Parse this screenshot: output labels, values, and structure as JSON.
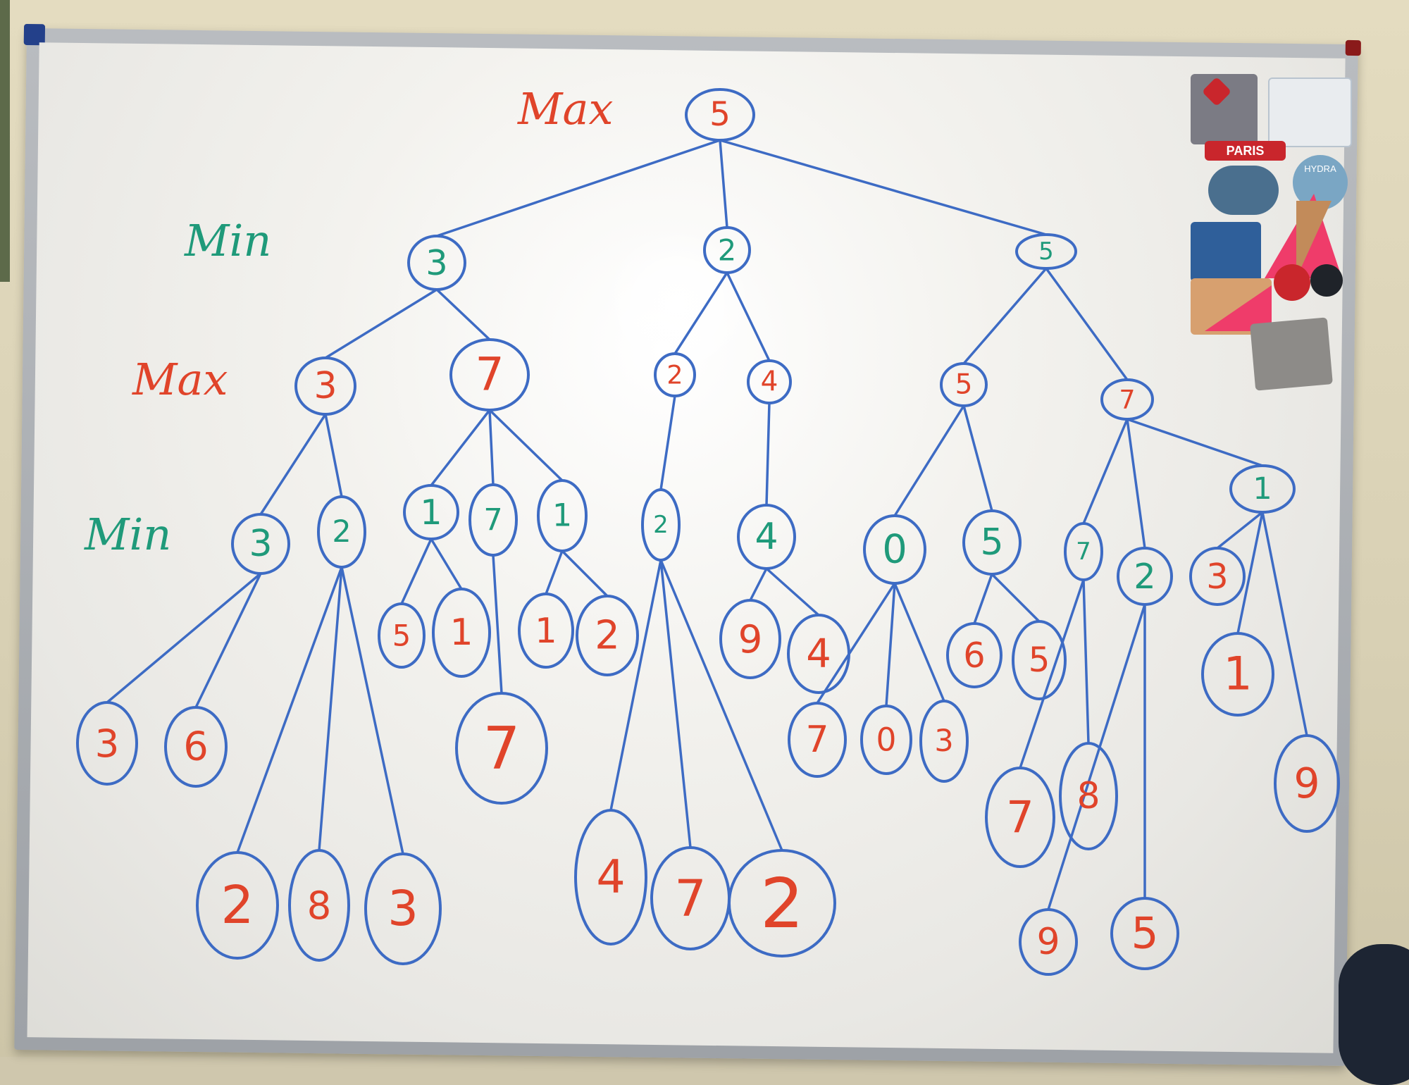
{
  "colors": {
    "edge": "#3d6bc4",
    "node_ring": "#3d6bc4",
    "max_text": "#e0442a",
    "min_text": "#1f9a7a"
  },
  "labels": [
    {
      "id": "max",
      "text": "Max",
      "color": "#e0442a"
    },
    {
      "id": "min",
      "text": "Min",
      "color": "#1f9a7a"
    },
    {
      "id": "max2",
      "text": "Max",
      "color": "#e0442a"
    },
    {
      "id": "min2",
      "text": "Min",
      "color": "#1f9a7a"
    }
  ],
  "tree": {
    "v": "5",
    "t": "max",
    "c": [
      {
        "v": "3",
        "t": "min",
        "c": [
          {
            "v": "3",
            "t": "max",
            "c": [
              {
                "v": "3",
                "t": "min",
                "c": [
                  {
                    "v": "3",
                    "t": "leaf"
                  },
                  {
                    "v": "6",
                    "t": "leaf"
                  }
                ]
              },
              {
                "v": "2",
                "t": "min",
                "c": [
                  {
                    "v": "2",
                    "t": "leaf"
                  },
                  {
                    "v": "8",
                    "t": "leaf"
                  },
                  {
                    "v": "3",
                    "t": "leaf"
                  }
                ]
              }
            ]
          },
          {
            "v": "7",
            "t": "max",
            "c": [
              {
                "v": "1",
                "t": "min",
                "c": [
                  {
                    "v": "5",
                    "t": "leaf"
                  },
                  {
                    "v": "1",
                    "t": "leaf"
                  }
                ]
              },
              {
                "v": "7",
                "t": "min",
                "c": [
                  {
                    "v": "7",
                    "t": "leaf"
                  }
                ]
              },
              {
                "v": "1",
                "t": "min",
                "c": [
                  {
                    "v": "1",
                    "t": "leaf"
                  },
                  {
                    "v": "2",
                    "t": "leaf"
                  }
                ]
              }
            ]
          }
        ]
      },
      {
        "v": "2",
        "t": "min",
        "c": [
          {
            "v": "2",
            "t": "max",
            "c": [
              {
                "v": "2",
                "t": "min",
                "c": [
                  {
                    "v": "4",
                    "t": "leaf"
                  },
                  {
                    "v": "7",
                    "t": "leaf"
                  },
                  {
                    "v": "2",
                    "t": "leaf"
                  }
                ]
              }
            ]
          },
          {
            "v": "4",
            "t": "max",
            "c": [
              {
                "v": "4",
                "t": "min",
                "c": [
                  {
                    "v": "9",
                    "t": "leaf"
                  },
                  {
                    "v": "4",
                    "t": "leaf"
                  }
                ]
              }
            ]
          }
        ]
      },
      {
        "v": "5",
        "t": "min",
        "c": [
          {
            "v": "5",
            "t": "max",
            "c": [
              {
                "v": "0",
                "t": "min",
                "c": [
                  {
                    "v": "7",
                    "t": "leaf"
                  },
                  {
                    "v": "0",
                    "t": "leaf"
                  },
                  {
                    "v": "3",
                    "t": "leaf"
                  }
                ]
              },
              {
                "v": "5",
                "t": "min",
                "c": [
                  {
                    "v": "6",
                    "t": "leaf"
                  },
                  {
                    "v": "5",
                    "t": "leaf"
                  }
                ]
              }
            ]
          },
          {
            "v": "7",
            "t": "max",
            "c": [
              {
                "v": "7",
                "t": "min",
                "c": [
                  {
                    "v": "7",
                    "t": "leaf"
                  },
                  {
                    "v": "8",
                    "t": "leaf"
                  }
                ]
              },
              {
                "v": "2",
                "t": "min",
                "c": [
                  {
                    "v": "9",
                    "t": "leaf"
                  },
                  {
                    "v": "5",
                    "t": "leaf"
                  }
                ]
              },
              {
                "v": "1",
                "t": "min",
                "c": [
                  {
                    "v": "3",
                    "t": "leaf"
                  },
                  {
                    "v": "1",
                    "t": "leaf"
                  },
                  {
                    "v": "9",
                    "t": "leaf"
                  }
                ]
              }
            ]
          }
        ]
      }
    ]
  },
  "magnets": {
    "paris_label": "PARIS",
    "hydra_label": "HYDRA"
  }
}
